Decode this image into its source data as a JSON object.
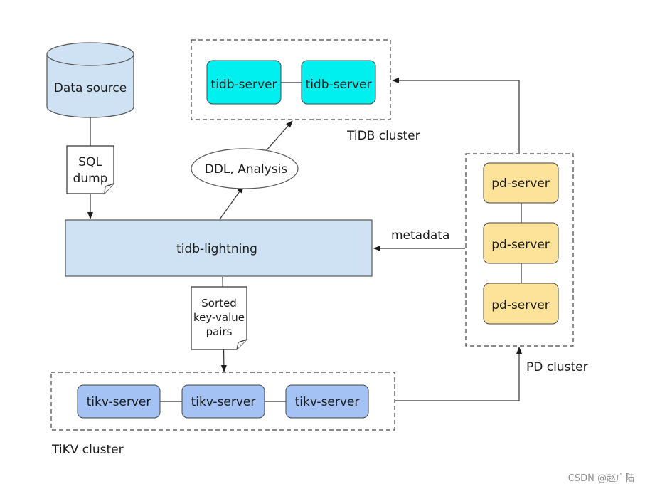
{
  "data_source": {
    "label": "Data source"
  },
  "sql_dump": {
    "lines": [
      "SQL",
      "dump"
    ]
  },
  "ddl_analysis": {
    "label": "DDL, Analysis"
  },
  "tidb_cluster": {
    "label": "TiDB cluster",
    "servers": [
      "tidb-server",
      "tidb-server"
    ],
    "color": "#00f0f0"
  },
  "pd_cluster": {
    "label": "PD cluster",
    "servers": [
      "pd-server",
      "pd-server",
      "pd-server"
    ],
    "color": "#fce399"
  },
  "tidb_lightning": {
    "label": "tidb-lightning",
    "color": "#cfe2f3"
  },
  "metadata": {
    "label": "metadata"
  },
  "sorted_kv": {
    "lines": [
      "Sorted",
      "key-value",
      "pairs"
    ]
  },
  "tikv_cluster": {
    "label": "TiKV cluster",
    "servers": [
      "tikv-server",
      "tikv-server",
      "tikv-server"
    ],
    "color": "#a4c2f4"
  },
  "watermark": {
    "text": "CSDN @赵广陆"
  }
}
